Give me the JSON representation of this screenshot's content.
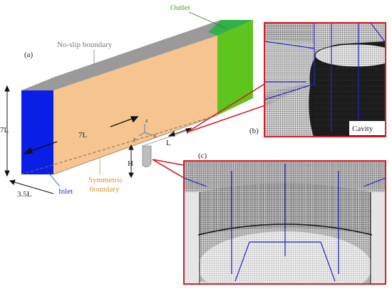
{
  "figure": {
    "panel_a": "(a)",
    "panel_b": "(b)",
    "panel_c": "(c)",
    "label_outlet": "Outlet",
    "label_noslip": "No-slip boundary",
    "label_inlet": "Inlet",
    "label_symmetric_line1": "Symmetric",
    "label_symmetric_line2": "boundary",
    "label_cavity": "Cavity",
    "dim_height": "7L",
    "dim_width": "3.5L",
    "dim_length": "7L",
    "dim_l": "L",
    "dim_h": "H",
    "axis_z": "z",
    "axis_y": "y",
    "axis_x": "x"
  },
  "colors": {
    "top_face": "#9a9a9a",
    "side_face": "#f6c58f",
    "inlet_face": "#0a1fe6",
    "outlet_face": "#5ec51e",
    "outlet_top": "#32b14a",
    "callout_red": "#d61f26",
    "mesh_dark": "#111111",
    "mesh_blue": "#2424c8"
  }
}
